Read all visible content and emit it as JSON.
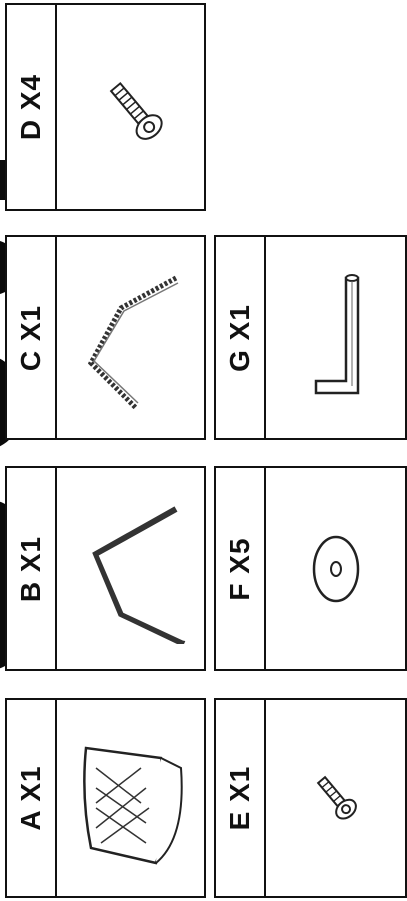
{
  "panels": {
    "d": {
      "label": "D X4",
      "icon": "bolt-icon"
    },
    "c": {
      "label": "C X1",
      "icon": "curved-rod-icon"
    },
    "g": {
      "label": "G X1",
      "icon": "allen-key-icon"
    },
    "b": {
      "label": "B X1",
      "icon": "v-frame-icon"
    },
    "f": {
      "label": "F X5",
      "icon": "washer-icon"
    },
    "a": {
      "label": "A X1",
      "icon": "seat-shell-icon"
    },
    "e": {
      "label": "E X1",
      "icon": "small-bolt-icon"
    }
  }
}
